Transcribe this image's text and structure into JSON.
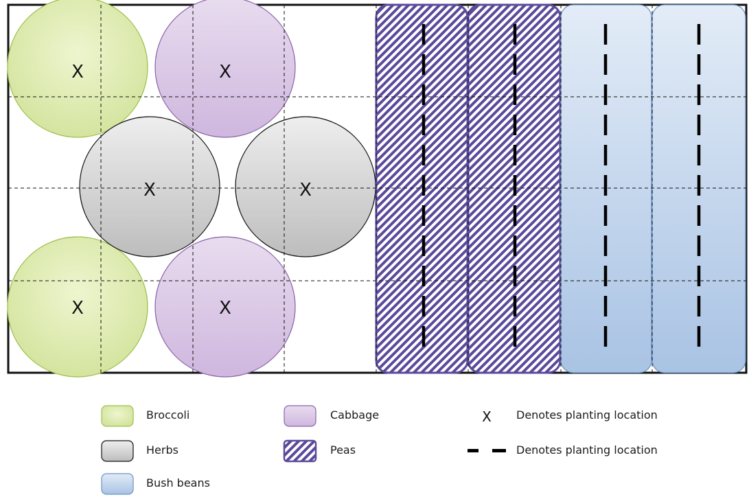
{
  "planting_mark": "X",
  "legend": {
    "broccoli": "Broccoli",
    "cabbage": "Cabbage",
    "herbs": "Herbs",
    "peas": "Peas",
    "bush_beans": "Bush beans",
    "x_marker_symbol": "X",
    "x_marker_desc": "Denotes planting location",
    "dash_marker_desc": "Denotes planting location"
  },
  "colors": {
    "broccoli": "#dbe8a6",
    "cabbage": "#d9c6e4",
    "herbs": "#cfcfcf",
    "peas_stripe": "#5b4a9a",
    "bush_beans": "#c6d8ee",
    "border": "#111111"
  }
}
